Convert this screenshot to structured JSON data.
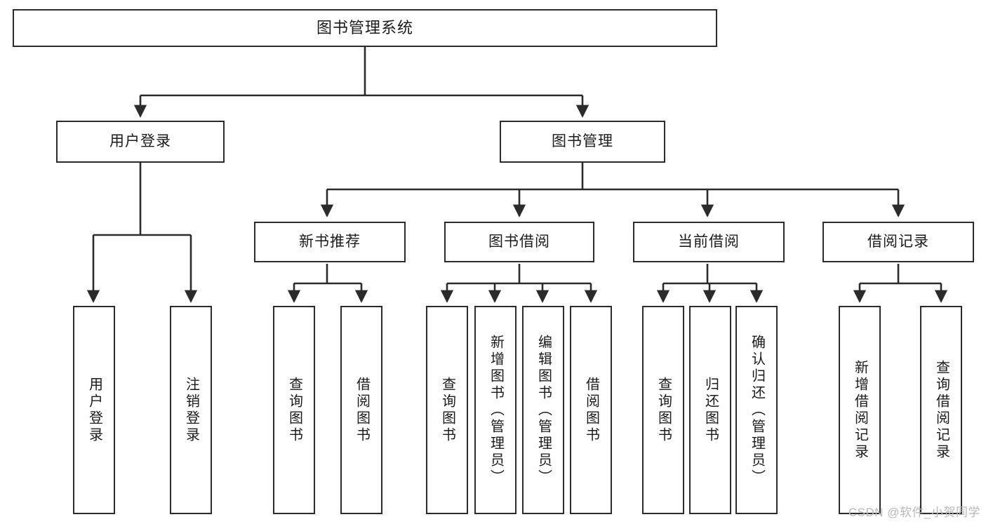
{
  "diagram": {
    "title": "图书管理系统",
    "watermark": "CSDN @软件_小贺同学",
    "stroke_color": "#2b2b2b",
    "text_color": "#1b1b1b",
    "background_color": "#ffffff",
    "watermark_color": "#b9b9b9",
    "type": "tree-hierarchy-diagram",
    "nodes": {
      "root": {
        "label": "图书管理系统"
      },
      "level2": [
        {
          "label": "用户登录"
        },
        {
          "label": "图书管理"
        }
      ],
      "level3": [
        {
          "label": "新书推荐"
        },
        {
          "label": "图书借阅"
        },
        {
          "label": "当前借阅"
        },
        {
          "label": "借阅记录"
        }
      ],
      "leaves": {
        "user_login": [
          {
            "label": "用户登录"
          },
          {
            "label": "注销登录"
          }
        ],
        "new_book_recommend": [
          {
            "label": "查询图书"
          },
          {
            "label": "借阅图书"
          }
        ],
        "book_borrow": [
          {
            "label": "查询图书"
          },
          {
            "label": "新增图书（管理员）"
          },
          {
            "label": "编辑图书（管理员）"
          },
          {
            "label": "借阅图书"
          }
        ],
        "current_borrow": [
          {
            "label": "查询图书"
          },
          {
            "label": "归还图书"
          },
          {
            "label": "确认归还（管理员）"
          }
        ],
        "borrow_record": [
          {
            "label": "新增借阅记录"
          },
          {
            "label": "查询借阅记录"
          }
        ]
      }
    }
  }
}
